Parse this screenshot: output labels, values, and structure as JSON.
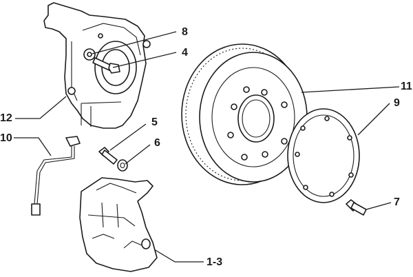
{
  "callouts": {
    "c1": "8",
    "c2": "4",
    "c3": "11",
    "c4": "9",
    "c5": "12",
    "c6": "5",
    "c7": "6",
    "c8": "10",
    "c9": "7",
    "c10": "1-3"
  }
}
